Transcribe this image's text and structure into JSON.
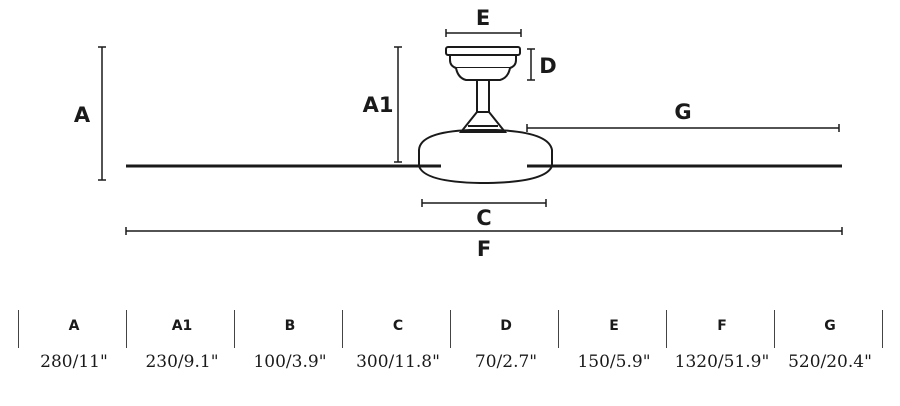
{
  "diagram": {
    "labels": {
      "A": "A",
      "A1": "A1",
      "C": "C",
      "D": "D",
      "E": "E",
      "F": "F",
      "G": "G"
    }
  },
  "table": {
    "columns": [
      {
        "key": "A",
        "value": "280/11\""
      },
      {
        "key": "A1",
        "value": "230/9.1\""
      },
      {
        "key": "B",
        "value": "100/3.9\""
      },
      {
        "key": "C",
        "value": "300/11.8\""
      },
      {
        "key": "D",
        "value": "70/2.7\""
      },
      {
        "key": "E",
        "value": "150/5.9\""
      },
      {
        "key": "F",
        "value": "1320/51.9\""
      },
      {
        "key": "G",
        "value": "520/20.4\""
      }
    ]
  },
  "colors": {
    "ink": "#1a1a1a"
  }
}
